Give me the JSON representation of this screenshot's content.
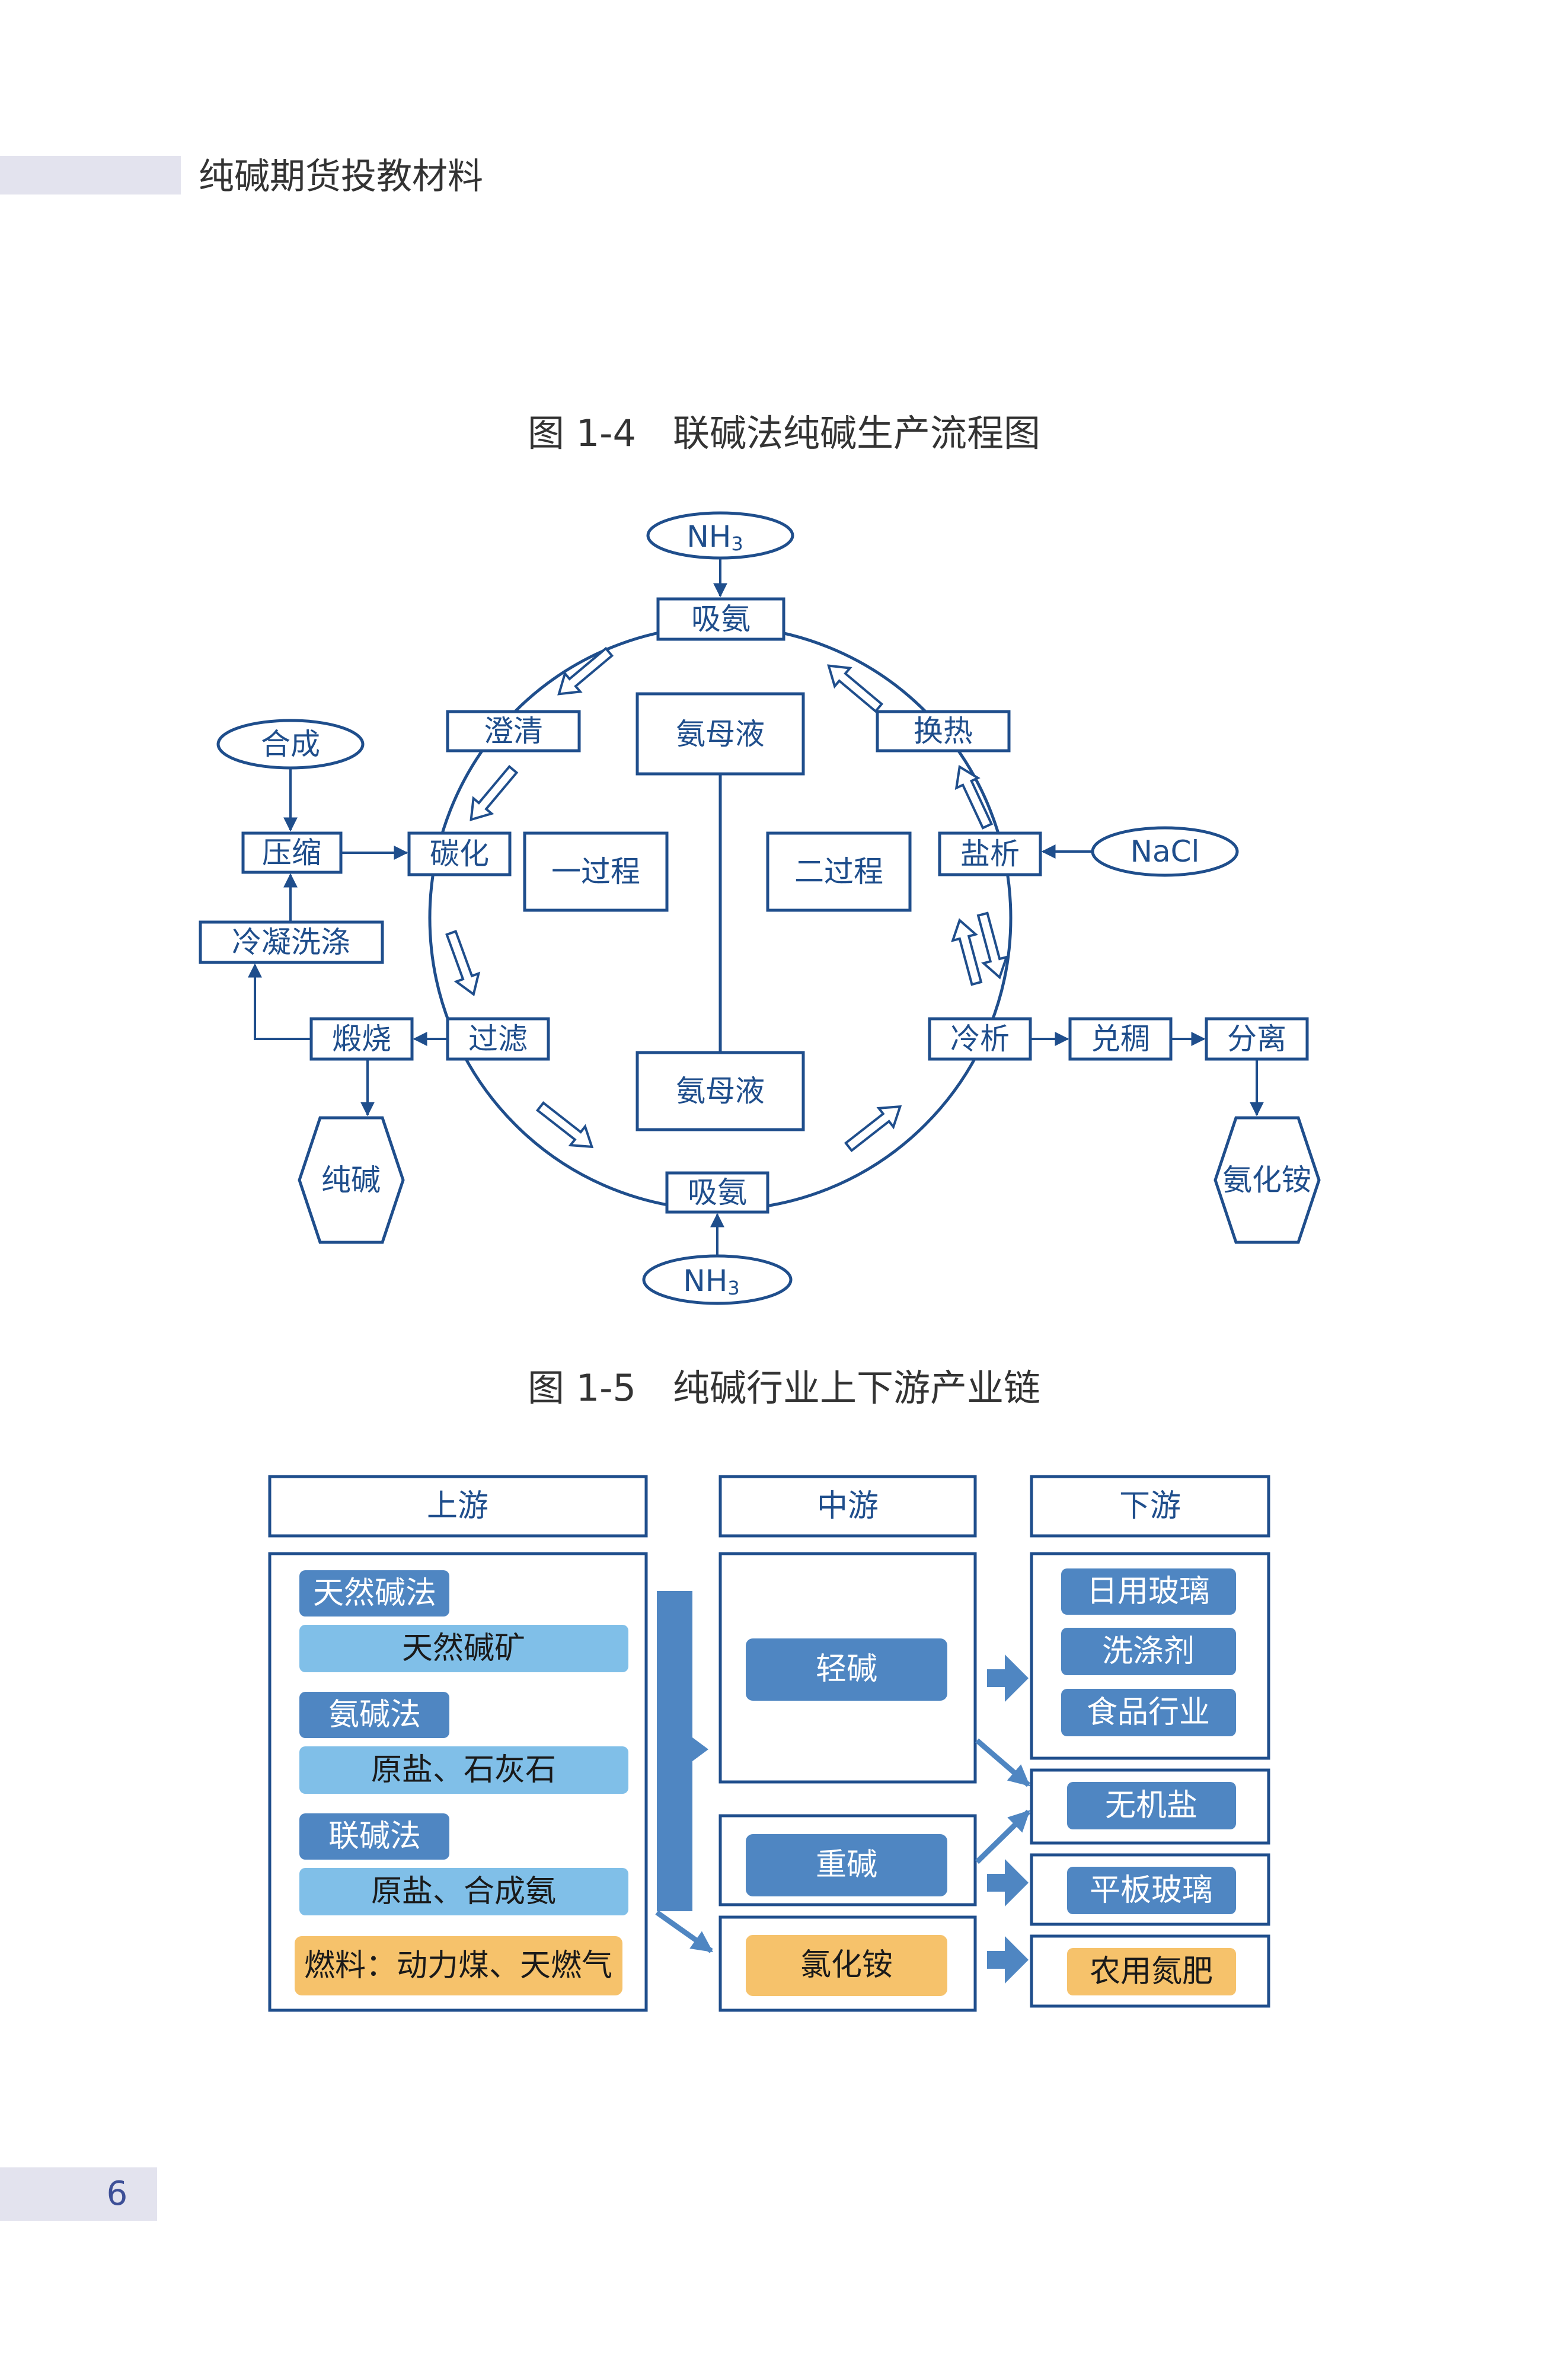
{
  "header": {
    "title": "纯碱期货投教材料"
  },
  "figure1": {
    "title": "图 1-4　联碱法纯碱生产流程图",
    "nh3_top": "NH",
    "nh3_bottom": "NH",
    "nh3_sub": "3",
    "absorb_top": "吸氨",
    "absorb_bottom": "吸氨",
    "ammonia_liquor_top": "氨母液",
    "ammonia_liquor_bottom": "氨母液",
    "clarify": "澄清",
    "carbonize": "碳化",
    "filter": "过滤",
    "process_one": "一过程",
    "process_two": "二过程",
    "heat_exchange": "换热",
    "salting_out": "盐析",
    "nacl": "NaCl",
    "cooling_crystallize": "冷析",
    "thicken": "兑稠",
    "separate": "分离",
    "synthesis": "合成",
    "compress": "压缩",
    "condense_wash": "冷凝洗涤",
    "calcine": "煅烧",
    "soda_ash": "纯碱",
    "ammonium_chloride": "氨化铵"
  },
  "figure2": {
    "title": "图 1-5　纯碱行业上下游产业链",
    "upstream": {
      "header": "上游",
      "natural_method": "天然碱法",
      "natural_ore": "天然碱矿",
      "ammonia_method": "氨碱法",
      "ammonia_inputs": "原盐、石灰石",
      "joint_method": "联碱法",
      "joint_inputs": "原盐、合成氨",
      "fuel": "燃料：动力煤、天燃气"
    },
    "midstream": {
      "header": "中游",
      "light_soda": "轻碱",
      "heavy_soda": "重碱",
      "ammonium_chloride": "氯化铵"
    },
    "downstream": {
      "header": "下游",
      "daily_glass": "日用玻璃",
      "detergent": "洗涤剂",
      "food_industry": "食品行业",
      "inorganic_salt": "无机盐",
      "flat_glass": "平板玻璃",
      "nitrogen_fertilizer": "农用氮肥"
    }
  },
  "page": {
    "number": "6"
  },
  "colors": {
    "flow_blue": "#1f4e8c",
    "box_dark_blue": "#4f86c2",
    "box_light_blue": "#80bfe8",
    "box_orange": "#f6c26b",
    "upstream_bar": "#4f86c2"
  }
}
